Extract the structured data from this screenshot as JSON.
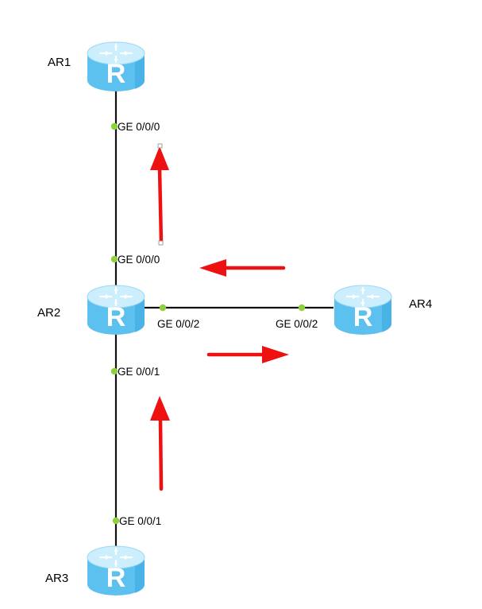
{
  "diagram": {
    "colors": {
      "link": "#111111",
      "port_dot": "#8ed23b",
      "arrow": "#ee1111",
      "router_top": "#cdeefc",
      "router_side": "#5cc1ef",
      "router_side_dark": "#3aa6e0"
    },
    "routers": [
      {
        "id": "ar1",
        "label": "AR1",
        "icon": "router-icon",
        "glyph": "R"
      },
      {
        "id": "ar2",
        "label": "AR2",
        "icon": "router-icon",
        "glyph": "R"
      },
      {
        "id": "ar3",
        "label": "AR3",
        "icon": "router-icon",
        "glyph": "R"
      },
      {
        "id": "ar4",
        "label": "AR4",
        "icon": "router-icon",
        "glyph": "R"
      }
    ],
    "ports": {
      "ar1_ge000": "GE 0/0/0",
      "ar2_ge000": "GE 0/0/0",
      "ar2_ge002": "GE 0/0/2",
      "ar4_ge002": "GE 0/0/2",
      "ar2_ge001": "GE 0/0/1",
      "ar3_ge001": "GE 0/0/1"
    },
    "links": [
      {
        "from": "AR1",
        "to": "AR2",
        "from_port": "GE 0/0/0",
        "to_port": "GE 0/0/0"
      },
      {
        "from": "AR2",
        "to": "AR4",
        "from_port": "GE 0/0/2",
        "to_port": "GE 0/0/2"
      },
      {
        "from": "AR2",
        "to": "AR3",
        "from_port": "GE 0/0/1",
        "to_port": "GE 0/0/1"
      }
    ],
    "arrows": [
      {
        "id": "ar2-to-ar1",
        "direction": "up"
      },
      {
        "id": "ar4-to-ar2",
        "direction": "left"
      },
      {
        "id": "ar2-to-ar4",
        "direction": "right"
      },
      {
        "id": "ar3-to-ar2",
        "direction": "up"
      }
    ]
  }
}
